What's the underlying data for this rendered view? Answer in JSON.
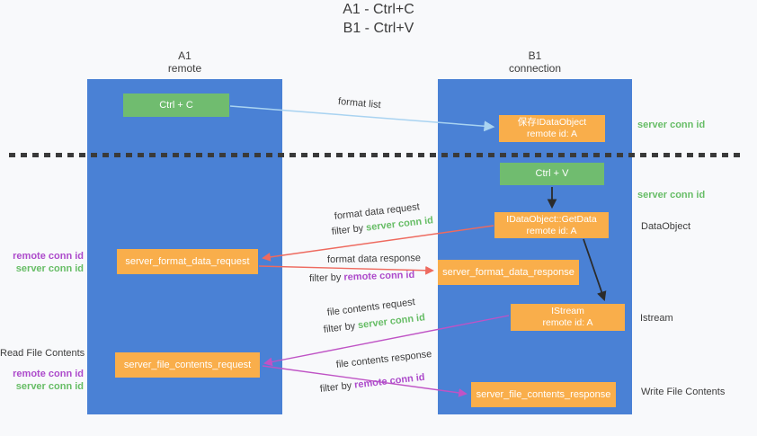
{
  "title": {
    "line1": "A1 - Ctrl+C",
    "line2": "B1 - Ctrl+V"
  },
  "lanes": {
    "left": {
      "name": "A1",
      "role": "remote"
    },
    "right": {
      "name": "B1",
      "role": "connection"
    }
  },
  "boxes": {
    "ctrl_c": "Ctrl + C",
    "ctrl_v": "Ctrl + V",
    "save_dataobject": {
      "line1": "保存IDataObject",
      "line2": "remote id: A"
    },
    "getdata": {
      "line1": "IDataObject::GetData",
      "line2": "remote id: A"
    },
    "istream": {
      "line1": "IStream",
      "line2": "remote id: A"
    },
    "server_format_data_request": "server_format_data_request",
    "server_format_data_response": "server_format_data_response",
    "server_file_contents_request": "server_file_contents_request",
    "server_file_contents_response": "server_file_contents_response"
  },
  "labels": {
    "format_list": "format list",
    "format_data_request": "format data request",
    "format_data_response": "format data response",
    "file_contents_request": "file contents request",
    "file_contents_response": "file contents response",
    "filter_by": "filter by",
    "server_conn_id": "server conn id",
    "remote_conn_id": "remote conn id",
    "dataobject": "DataObject",
    "istream": "Istream",
    "read_file_contents": "Read File Contents",
    "write_file_contents": "Write File Contents"
  },
  "colors": {
    "lane_blue": "#4a81d5",
    "box_green": "#70bc6f",
    "box_orange": "#f9ae4b",
    "arrow_light_blue": "#a9d3f1",
    "arrow_red": "#ee6a5f",
    "arrow_magenta": "#bf53c5",
    "arrow_black": "#2b2b2b",
    "text_green": "#67bd66",
    "text_purple": "#ad4bcb",
    "text_dark": "#3c3c3c"
  }
}
